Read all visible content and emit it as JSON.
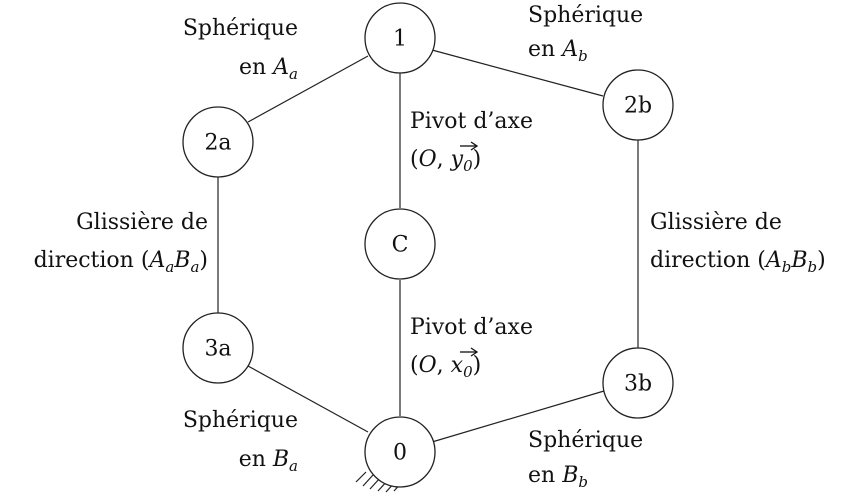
{
  "nodes": {
    "n1": "1",
    "n2a": "2a",
    "n2b": "2b",
    "nC": "C",
    "n3a": "3a",
    "n3b": "3b",
    "n0": "0"
  },
  "labels": {
    "sph_Aa": {
      "line1": "Sphérique",
      "pre": "en ",
      "var": "A",
      "sub": "a"
    },
    "sph_Ab": {
      "line1": "Sphérique",
      "pre": "en ",
      "var": "A",
      "sub": "b"
    },
    "sph_Ba": {
      "line1": "Sphérique",
      "pre": "en ",
      "var": "B",
      "sub": "a"
    },
    "sph_Bb": {
      "line1": "Sphérique",
      "pre": "en ",
      "var": "B",
      "sub": "b"
    },
    "pivot_y": {
      "line1": "Pivot d’axe",
      "open": "(",
      "origin": "O",
      "comma": ", ",
      "vec": "y",
      "sub": "0",
      "close": ")"
    },
    "pivot_x": {
      "line1": "Pivot d’axe",
      "open": "(",
      "origin": "O",
      "comma": ", ",
      "vec": "x",
      "sub": "0",
      "close": ")"
    },
    "gliss_a": {
      "line1": "Glissière de",
      "pre": "direction ",
      "open": "(",
      "v1": "A",
      "s1": "a",
      "v2": "B",
      "s2": "a",
      "close": ")"
    },
    "gliss_b": {
      "line1": "Glissière de",
      "pre": "direction ",
      "open": "(",
      "v1": "A",
      "s1": "b",
      "v2": "B",
      "s2": "b",
      "close": ")"
    }
  }
}
